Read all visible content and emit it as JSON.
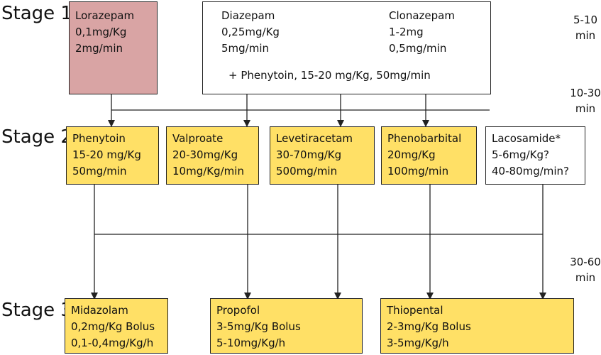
{
  "stages": {
    "stage1": "Stage 1",
    "stage2": "Stage 2",
    "stage3": "Stage 3"
  },
  "times": {
    "t1": [
      "5-10",
      "min"
    ],
    "t2": [
      "10-30",
      "min"
    ],
    "t3": [
      "30-60",
      "min"
    ]
  },
  "stage1": {
    "lorazepam": [
      "Lorazepam",
      "0,1mg/Kg",
      "2mg/min"
    ],
    "diazepam": [
      "Diazepam",
      "0,25mg/Kg",
      "5mg/min"
    ],
    "clonazepam": [
      "Clonazepam",
      "1-2mg",
      "0,5mg/min"
    ],
    "phenytoin_addon": "+ Phenytoin,  15-20 mg/Kg,  50mg/min"
  },
  "stage2": {
    "phenytoin": [
      "Phenytoin",
      "15-20 mg/Kg",
      "50mg/min"
    ],
    "valproate": [
      "Valproate",
      "20-30mg/Kg",
      "10mg/Kg/min"
    ],
    "levetiracetam": [
      "Levetiracetam",
      "30-70mg/Kg",
      "500mg/min"
    ],
    "phenobarbital": [
      "Phenobarbital",
      "20mg/Kg",
      "100mg/min"
    ],
    "lacosamide": [
      "Lacosamide*",
      "5-6mg/Kg?",
      "40-80mg/min?"
    ]
  },
  "stage3": {
    "midazolam": [
      "Midazolam",
      "0,2mg/Kg Bolus",
      "0,1-0,4mg/Kg/h"
    ],
    "propofol": [
      "Propofol",
      "3-5mg/Kg Bolus",
      "5-10mg/Kg/h"
    ],
    "thiopental": [
      "Thiopental",
      "2-3mg/Kg Bolus",
      "3-5mg/Kg/h"
    ]
  },
  "colors": {
    "stage1_first_line": "#d9a4a4",
    "drug_box": "#ffe066",
    "unestablished_box": "#ffffff"
  }
}
